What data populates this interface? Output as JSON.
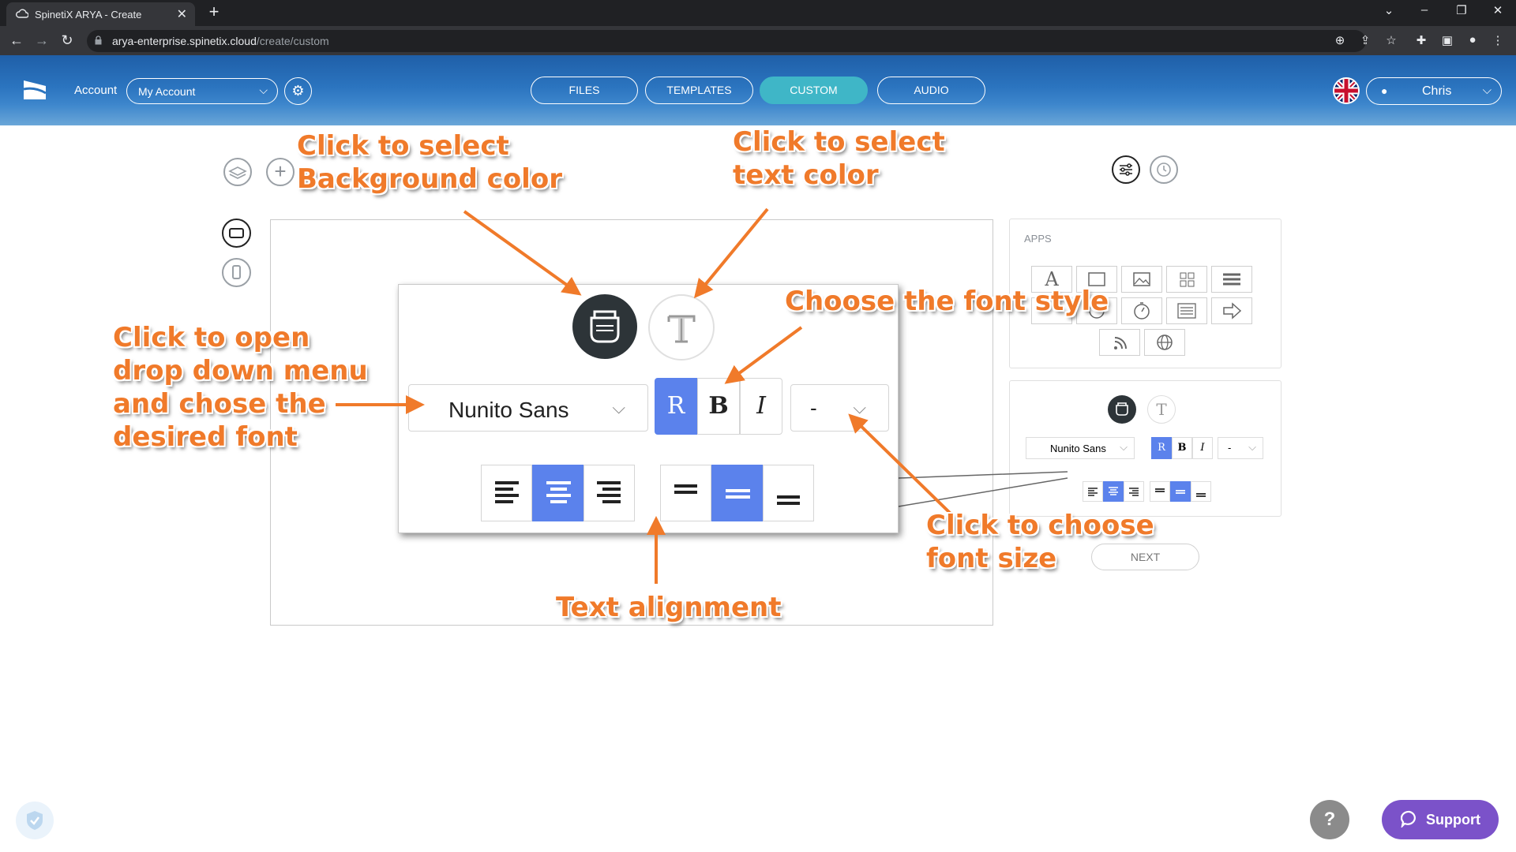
{
  "browser": {
    "tab_title": "SpinetiX ARYA - Create",
    "tab_close": "✕",
    "new_tab": "+",
    "url_host": "arya-enterprise.spinetix.cloud",
    "url_path": "/create/custom"
  },
  "header": {
    "account_label": "Account",
    "account_value": "My Account",
    "nav": [
      {
        "label": "FILES"
      },
      {
        "label": "TEMPLATES"
      },
      {
        "label": "CUSTOM"
      },
      {
        "label": "AUDIO"
      }
    ],
    "user_name": "Chris"
  },
  "apps_panel": {
    "title": "APPS"
  },
  "small_panel": {
    "font_value": "Nunito Sans",
    "style_regular": "R",
    "style_bold": "B",
    "style_italic": "I",
    "size_value": "-"
  },
  "next_button": "NEXT",
  "zoom_panel": {
    "font_value": "Nunito Sans",
    "style_regular": "R",
    "style_bold": "B",
    "style_italic": "I",
    "size_value": "-"
  },
  "annotations": {
    "bg_color": [
      "Click to select",
      "Background color"
    ],
    "text_color": [
      "Click to select",
      "text color"
    ],
    "font_style": "Choose the font style",
    "font_menu": [
      "Click to open",
      "drop down menu",
      "and chose the",
      "desired font"
    ],
    "font_size": [
      "Click to choose",
      "font size"
    ],
    "alignment": "Text alignment"
  },
  "support_label": "Support",
  "help_label": "?",
  "colors": {
    "accent_blue": "#5b82ec",
    "active_tab": "#3fb6c7",
    "annotation": "#f07a2a",
    "support": "#7b52c9"
  }
}
